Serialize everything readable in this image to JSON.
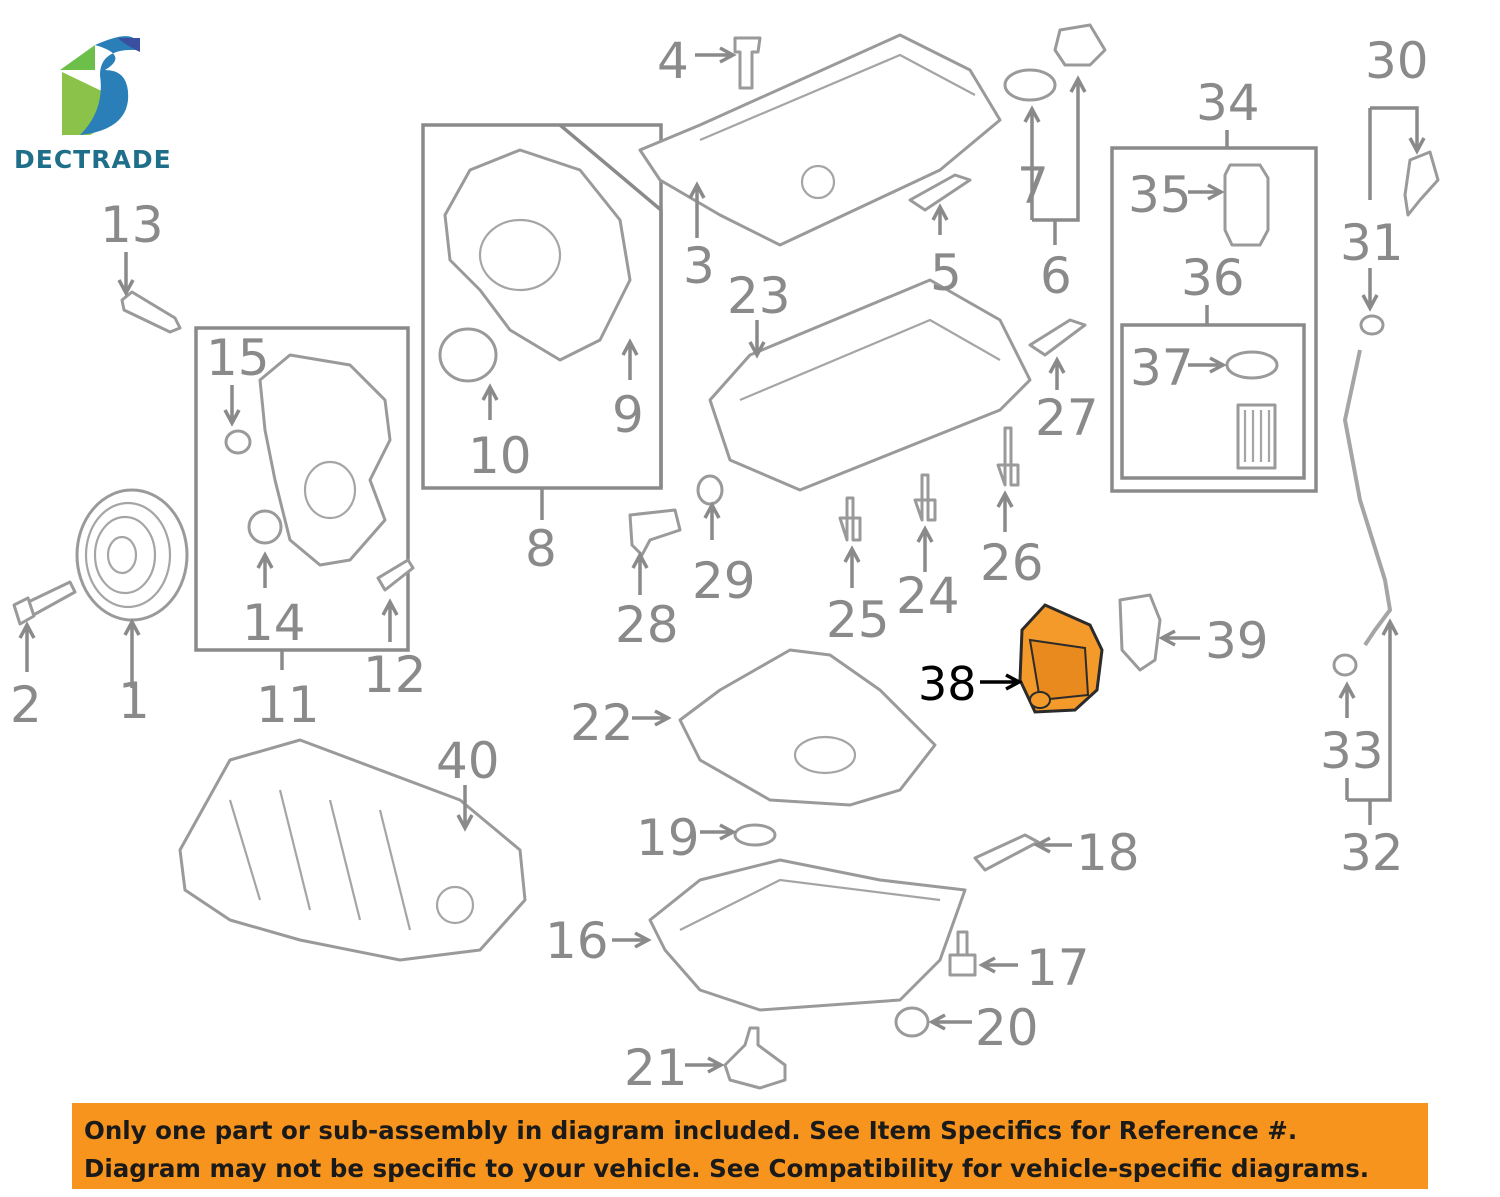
{
  "brand": {
    "name": "DECTRADE",
    "colors": {
      "primary": "#1f6f8b",
      "accent": "#6cc04a",
      "secondary": "#3b4fa0"
    }
  },
  "callouts": [
    "1",
    "2",
    "3",
    "4",
    "5",
    "6",
    "7",
    "8",
    "9",
    "10",
    "11",
    "12",
    "13",
    "14",
    "15",
    "16",
    "17",
    "18",
    "19",
    "20",
    "21",
    "22",
    "23",
    "24",
    "25",
    "26",
    "27",
    "28",
    "29",
    "30",
    "31",
    "32",
    "33",
    "34",
    "35",
    "36",
    "37",
    "38",
    "39",
    "40"
  ],
  "highlighted_part": {
    "label": "38",
    "color": "#f39a2a"
  },
  "notice": {
    "line1": "Only one part or sub-assembly in diagram included. See Item Specifics for Reference #.",
    "line2": "Diagram may not be specific to your vehicle. See Compatibility for vehicle-specific diagrams.",
    "background": "#f7941d"
  }
}
